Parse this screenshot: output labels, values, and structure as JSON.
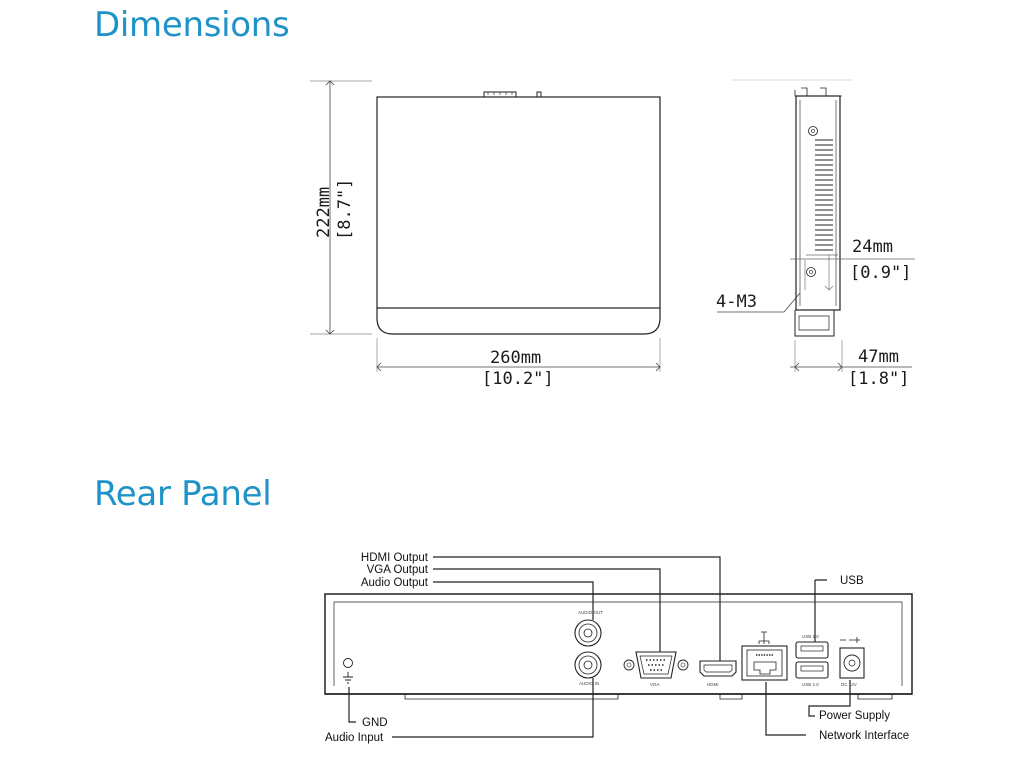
{
  "sections": {
    "dimensions_title": "Dimensions",
    "rear_panel_title": "Rear Panel"
  },
  "dimensions": {
    "height_mm": "222mm",
    "height_in": "[8.7\"]",
    "width_mm": "260mm",
    "width_in": "[10.2\"]",
    "depth_mm": "24mm",
    "depth_in": "[0.9\"]",
    "side_mm": "47mm",
    "side_in": "[1.8\"]",
    "screw": "4-M3"
  },
  "rear_panel": {
    "callouts": {
      "hdmi_output": "HDMI Output",
      "vga_output": "VGA Output",
      "audio_output": "Audio Output",
      "usb": "USB",
      "gnd": "GND",
      "audio_input": "Audio Input",
      "power_supply": "Power Supply",
      "network_interface": "Network Interface"
    },
    "port_labels": {
      "audio_out": "AUDIO OUT",
      "audio_in": "AUDIO IN",
      "vga": "VGA",
      "hdmi": "HDMI",
      "usb_top": "USB 2.0",
      "usb_bottom": "USB 2.0",
      "power": "DC 12V"
    }
  }
}
